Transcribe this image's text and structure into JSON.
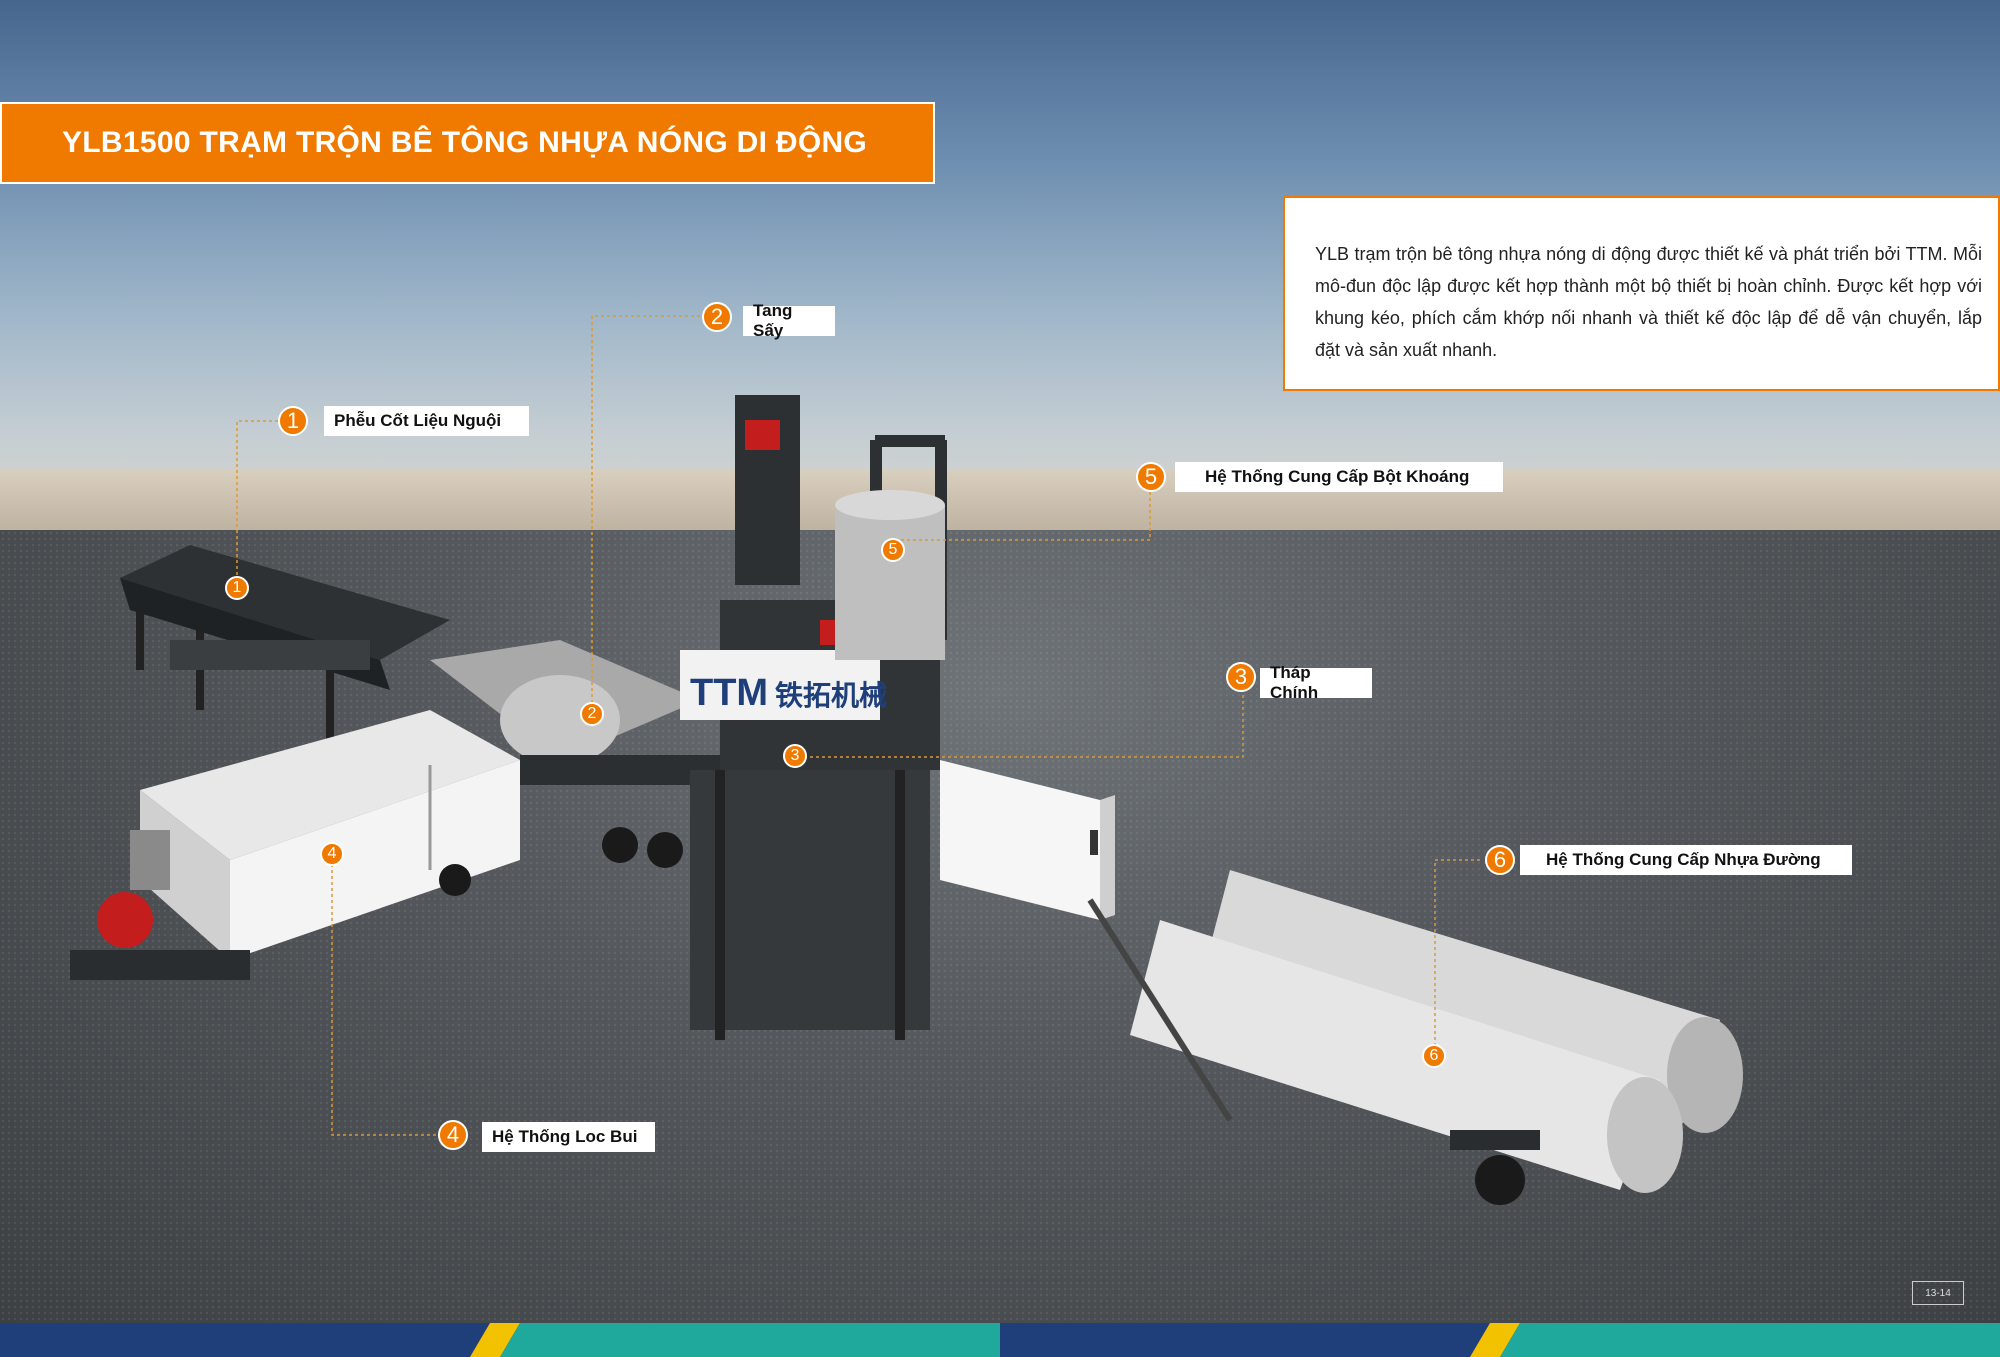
{
  "title": "YLB1500 TRẠM TRỘN BÊ TÔNG NHỰA  NÓNG DI ĐỘNG",
  "description": "YLB trạm trộn bê tông nhựa nóng di động được thiết kế và phát triển bởi TTM. Mỗi mô-đun độc lập được kết hợp thành một bộ thiết bị hoàn chỉnh. Được kết hợp với khung kéo, phích cắm khớp nối nhanh và thiết kế độc lập để dễ vận chuyển, lắp đặt và sản xuất nhanh.",
  "brand": {
    "logo": "TTM",
    "chinese": "铁拓机械"
  },
  "components": [
    {
      "number": "1",
      "label": "Phễu Cốt Liệu Nguội"
    },
    {
      "number": "2",
      "label": "Tang Sấy"
    },
    {
      "number": "3",
      "label": "Tháp Chính"
    },
    {
      "number": "4",
      "label": "Hệ Thống Loc Bui"
    },
    {
      "number": "5",
      "label": "Hệ Thống Cung Cấp Bột Khoáng"
    },
    {
      "number": "6",
      "label": "Hệ Thống Cung Cấp Nhựa Đường"
    }
  ],
  "page_number": "13-14",
  "colors": {
    "accent": "#f07a00",
    "navy": "#1f3f7a",
    "teal": "#1fa89c",
    "yellow": "#f2c200"
  }
}
